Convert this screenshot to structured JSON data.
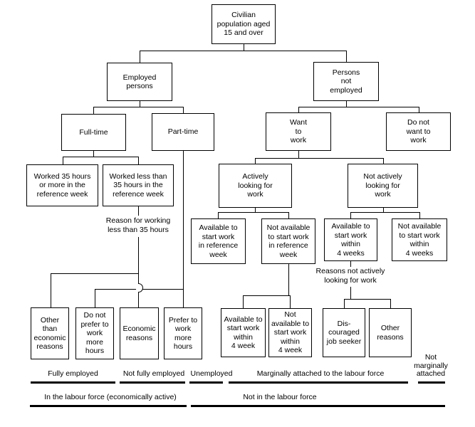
{
  "nodes": {
    "civilian": "Civilian\npopulation aged\n15 and over",
    "employed": "Employed\npersons",
    "not_employed": "Persons\nnot\nemployed",
    "full_time": "Full-time",
    "part_time": "Part-time",
    "want_work": "Want\nto\nwork",
    "do_not_want_work": "Do not\nwant to\nwork",
    "worked_35_plus": "Worked 35 hours\nor more in the\nreference week",
    "worked_less_35": "Worked less than\n35 hours in the\nreference week",
    "actively_looking": "Actively\nlooking for\nwork",
    "not_actively_looking": "Not actively\nlooking for\nwork",
    "available_ref_week": "Available to\nstart work\nin reference\nweek",
    "not_available_ref_week": "Not available\nto start work\nin reference\nweek",
    "available_4_weeks": "Available to\nstart work\nwithin\n4 weeks",
    "not_available_4_weeks": "Not available\nto start work\nwithin\n4 weeks",
    "other_than_economic": "Other\nthan\neconomic\nreasons",
    "do_not_prefer_more_hours": "Do not\nprefer to\nwork\nmore\nhours",
    "economic_reasons": "Economic\nreasons",
    "prefer_more_hours": "Prefer to\nwork\nmore\nhours",
    "available_4_week": "Available to\nstart work\nwithin\n4 week",
    "not_available_4_week": "Not\navailable to\nstart work\nwithin\n4 week",
    "discouraged_job_seeker": "Dis-\ncouraged\njob seeker",
    "other_reasons": "Other\nreasons"
  },
  "annotations": {
    "reason_less_35": "Reason for working\nless than 35 hours",
    "reasons_not_active": "Reasons not actively\nlooking for work"
  },
  "footer": {
    "fully_employed": "Fully employed",
    "not_fully_employed": "Not fully employed",
    "unemployed": "Unemployed",
    "marginally_attached": "Marginally attached to the labour force",
    "not_marginally_attached": "Not\nmarginally\nattached",
    "in_labour_force": "In the labour force (economically active)",
    "not_in_labour_force": "Not in the labour force"
  },
  "colors": {
    "line": "#000000",
    "background": "#ffffff"
  }
}
